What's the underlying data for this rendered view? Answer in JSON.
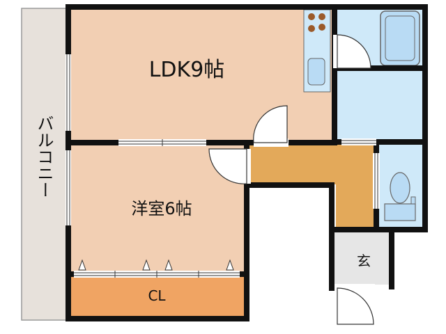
{
  "rooms": {
    "ldk": {
      "label": "LDK9帖"
    },
    "western": {
      "label": "洋室6帖"
    },
    "closet": {
      "label": "CL"
    },
    "entrance": {
      "label": "玄"
    },
    "balcony": {
      "label": "バルコニー"
    }
  },
  "colors": {
    "room_floor": "#f2cfb3",
    "corridor": "#e3a95a",
    "closet": "#f0a463",
    "wet_area": "#cfe9f9",
    "fixture": "#b9dbf4",
    "balcony": "#e7e1db",
    "entrance": "#e6e6e6",
    "wall": "#111111",
    "stove_burner": "#9b5a2a"
  }
}
